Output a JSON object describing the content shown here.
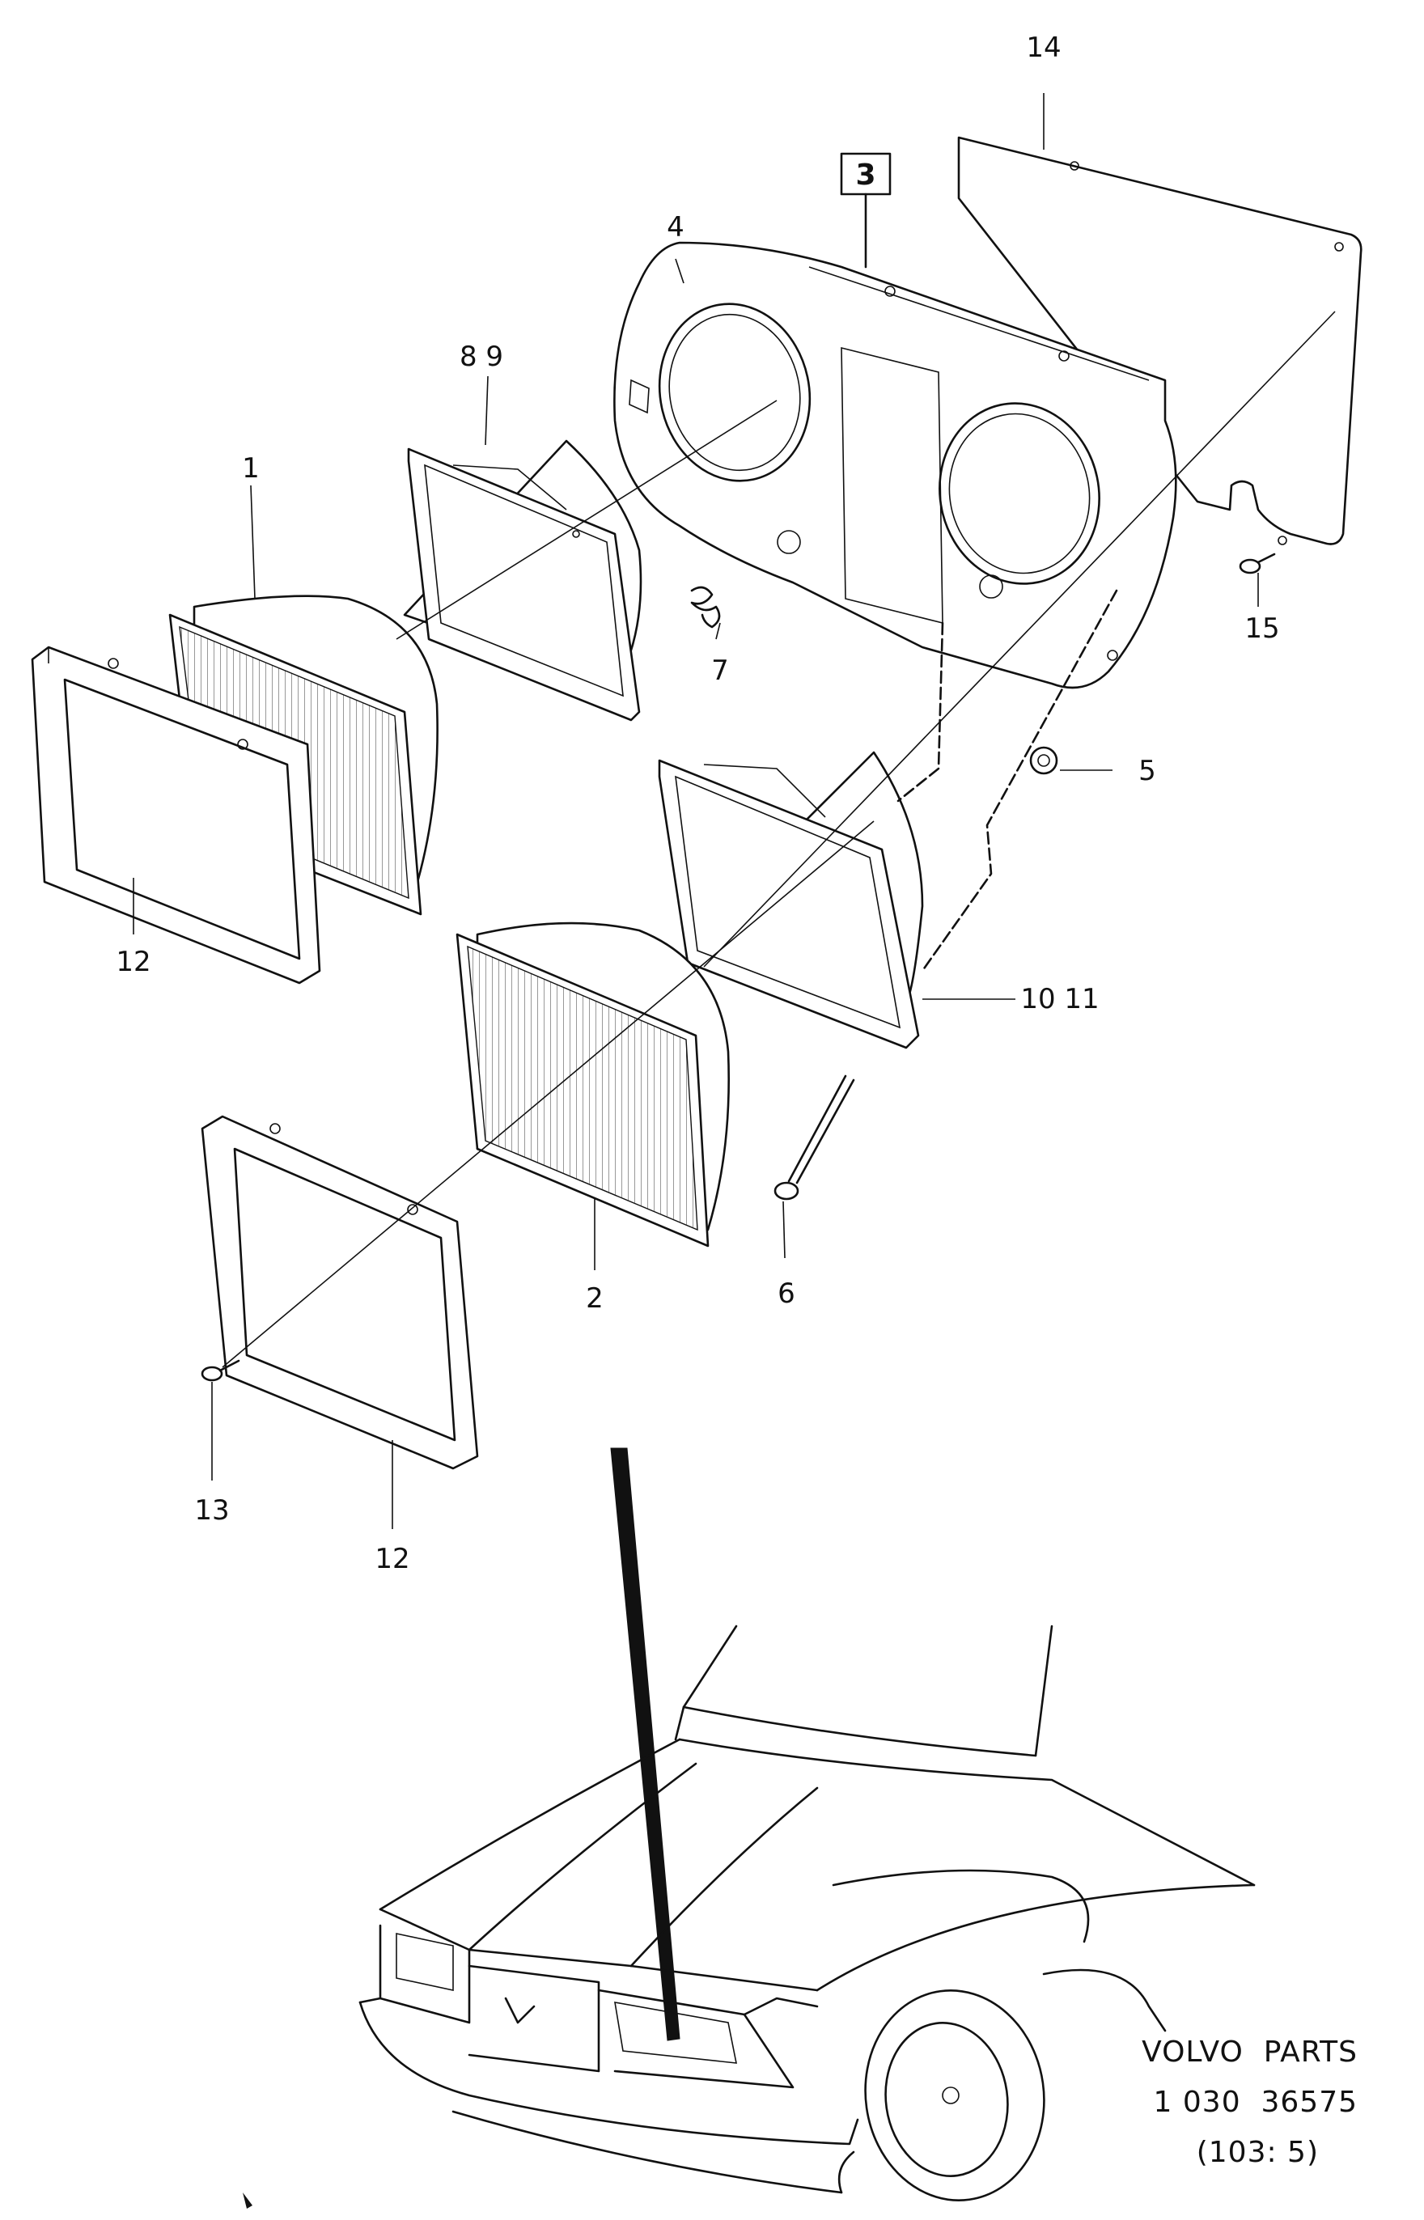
{
  "callouts": {
    "c1": "1",
    "c2": "2",
    "c3": "3",
    "c4": "4",
    "c5": "5",
    "c6": "6",
    "c7": "7",
    "c8_9": "8 9",
    "c10_11": "10 11",
    "c12_top": "12",
    "c12_bottom": "12",
    "c13": "13",
    "c14": "14",
    "c15": "15"
  },
  "footer": {
    "brand": "VOLVO  PARTS",
    "part_number": "1 030  36575",
    "reference": "(103: 5)"
  }
}
